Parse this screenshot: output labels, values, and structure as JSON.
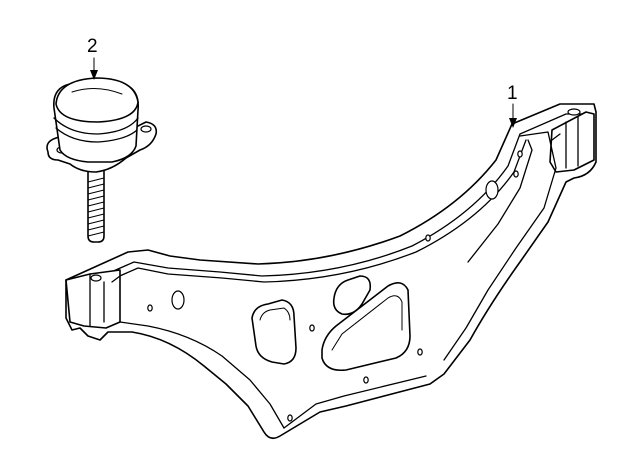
{
  "diagram": {
    "callouts": [
      {
        "id": "1",
        "label": "1",
        "part": "crossmember"
      },
      {
        "id": "2",
        "label": "2",
        "part": "engine mount"
      }
    ],
    "colors": {
      "background": "#ffffff",
      "ink": "#000000"
    }
  }
}
